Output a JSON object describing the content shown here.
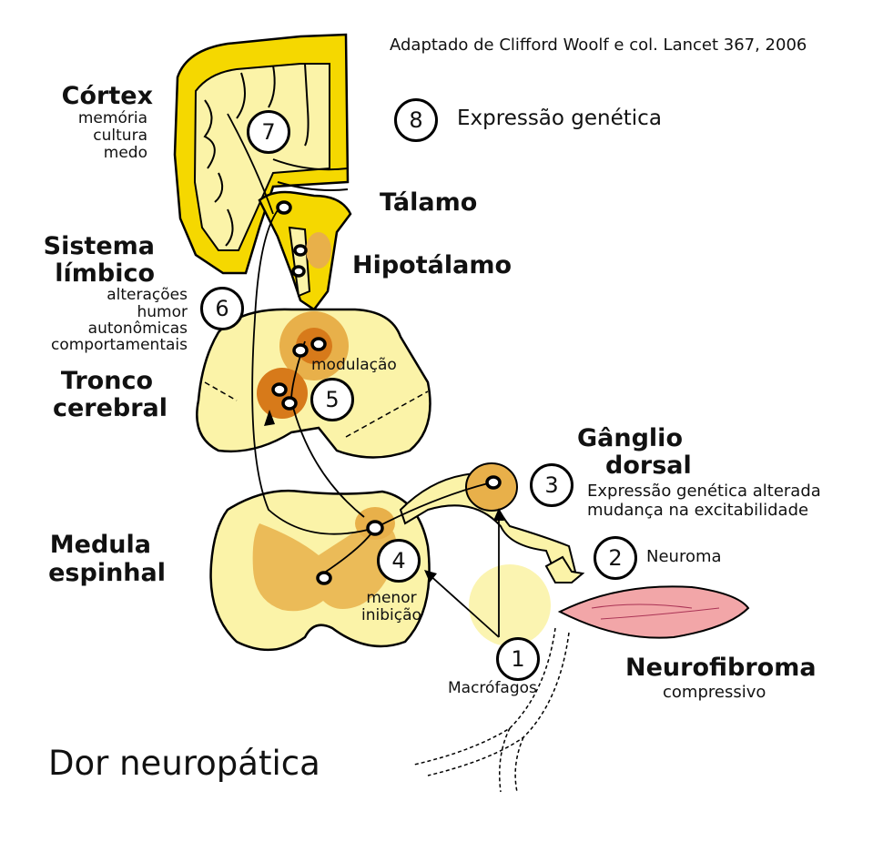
{
  "citation": "Adaptado de Clifford Woolf e col. Lancet 367, 2006",
  "title": "Dor neuropática",
  "legend": {
    "number": "8",
    "text": "Expressão genética"
  },
  "labels": {
    "cortex": {
      "title": "Córtex",
      "lines": [
        "memória",
        "cultura",
        "medo"
      ]
    },
    "talamo": "Tálamo",
    "hipotalamo": "Hipotálamo",
    "limbico": {
      "title_1": "Sistema",
      "title_2": "límbico",
      "lines": [
        "alterações",
        "humor",
        "autonômicas",
        "comportamentais"
      ]
    },
    "tronco": {
      "title_1": "Tronco",
      "title_2": "cerebral",
      "note": "modulação"
    },
    "medula": {
      "title_1": "Medula",
      "title_2": "espinhal",
      "note_1": "menor",
      "note_2": "inibição"
    },
    "ganglio": {
      "title_1": "Gânglio",
      "title_2": "dorsal",
      "line_1": "Expressão genética alterada",
      "line_2": "mudança na excitabilidade"
    },
    "neuroma": "Neuroma",
    "neurofibroma": {
      "title": "Neurofibroma",
      "sub": "compressivo"
    },
    "macrofagos": "Macrófagos"
  },
  "markers": [
    "1",
    "2",
    "3",
    "4",
    "5",
    "6",
    "7"
  ],
  "colors": {
    "yellow": "#f5d800",
    "pale": "#fbf3a8",
    "orange": "#e8b04a",
    "dark_orange": "#d77a1a",
    "pink": "#f2a6a8"
  }
}
